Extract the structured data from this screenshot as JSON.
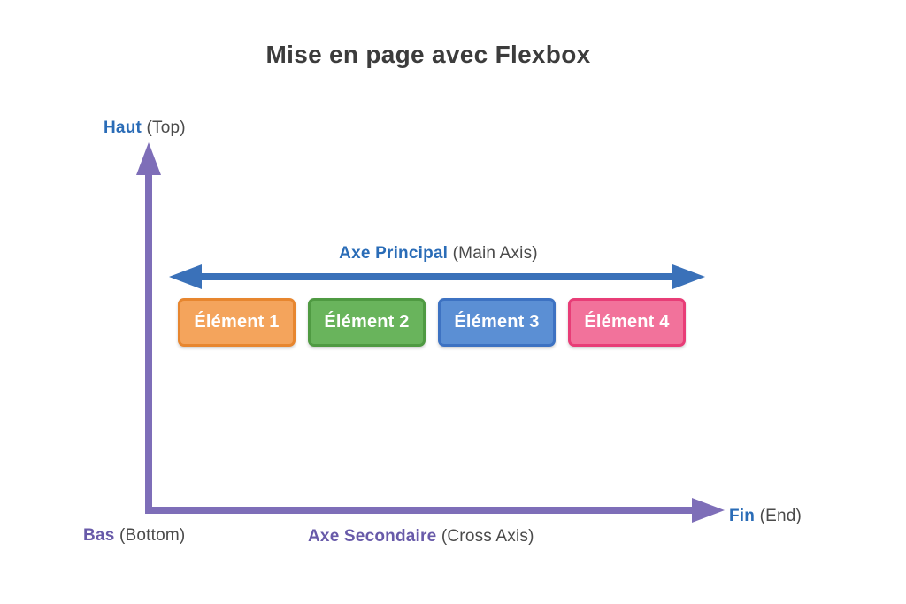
{
  "title": "Mise en page avec Flexbox",
  "axes": {
    "vertical_top": {
      "label_fr": "Haut",
      "label_en": "(Top)"
    },
    "vertical_bottom": {
      "label_fr": "Bas",
      "label_en": "(Bottom)"
    },
    "main_axis": {
      "label_fr": "Axe Principal",
      "label_en": "(Main Axis)"
    },
    "cross_axis": {
      "label_fr": "Axe Secondaire",
      "label_en": "(Cross Axis)"
    },
    "end": {
      "label_fr": "Fin",
      "label_en": "(End)"
    }
  },
  "elements": [
    {
      "label": "Élément 1",
      "fill": "#f4a45c",
      "border": "#e7862f"
    },
    {
      "label": "Élément 2",
      "fill": "#69b45c",
      "border": "#4f9a42"
    },
    {
      "label": "Élément 3",
      "fill": "#5b8fd4",
      "border": "#3d72c2"
    },
    {
      "label": "Élément 4",
      "fill": "#f2729b",
      "border": "#e83d77"
    }
  ],
  "colors": {
    "main_axis_arrow": "#3a71b9",
    "cross_axis_arrow": "#7e6eb8",
    "blue_text": "#2a6cb7",
    "purple_text": "#685aa9",
    "gray_text": "#4a4a4a",
    "title_text": "#3c3c3c",
    "background": "#ffffff"
  }
}
